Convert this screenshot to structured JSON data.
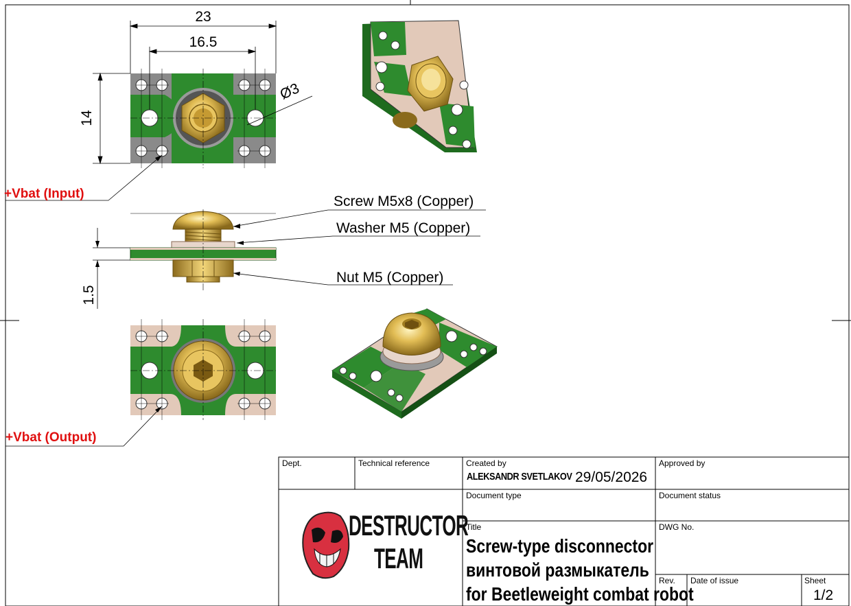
{
  "drawing": {
    "dimensions": {
      "overall_width": "23",
      "hole_spacing": "16.5",
      "height": "14",
      "hole_diameter": "Ø3",
      "thickness": "1.5"
    },
    "callouts": {
      "screw": "Screw M5x8 (Copper)",
      "washer": "Washer M5 (Copper)",
      "nut": "Nut M5 (Copper)",
      "input": "+Vbat (Input)",
      "output": "+Vbat (Output)"
    },
    "colors": {
      "pcb_green": "#2e8b2e",
      "copper_pad": "#e6cfc4",
      "brass": "#d9b24a",
      "label_red": "#e01010"
    }
  },
  "title_block": {
    "dept_label": "Dept.",
    "tech_ref_label": "Technical reference",
    "created_by_label": "Created by",
    "author": "ALEKSANDR SVETLAKOV",
    "date": "29/05/2026",
    "approved_by_label": "Approved by",
    "doc_type_label": "Document type",
    "doc_status_label": "Document status",
    "title_label": "Title",
    "dwg_no_label": "DWG No.",
    "title_lines": [
      "Screw-type disconnector",
      "винтовой размыкатель",
      "for Beetleweight combat robot"
    ],
    "rev_label": "Rev.",
    "date_of_issue_label": "Date of issue",
    "sheet_label": "Sheet",
    "sheet_value": "1/2",
    "logo": {
      "line1": "DESTRUCTOR",
      "line2": "TEAM",
      "icon": "skull-logo-icon"
    }
  }
}
